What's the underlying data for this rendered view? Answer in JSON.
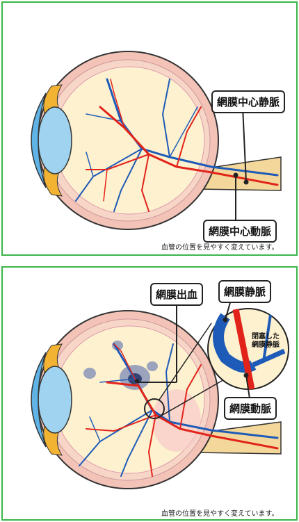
{
  "top_panel": {
    "label_central_vein": "網膜中心静脈",
    "label_central_artery": "網膜中心動脈",
    "note": "血管の位置を見やすく変えています。"
  },
  "bottom_panel": {
    "label_hemorrhage": "網膜出血",
    "label_vein": "網膜静脈",
    "label_occluded_vein_line1": "閉塞した",
    "label_occluded_vein_line2": "網膜静脈",
    "label_artery": "網膜動脈",
    "note": "血管の位置を見やすく変えています。"
  },
  "colors": {
    "frame": "#3cb54a",
    "artery": "#e2231a",
    "vein": "#1e5bb8",
    "retina_fill": "#fdf1cf",
    "sclera": "#f3c3b8",
    "cornea": "#5fb3e6"
  }
}
